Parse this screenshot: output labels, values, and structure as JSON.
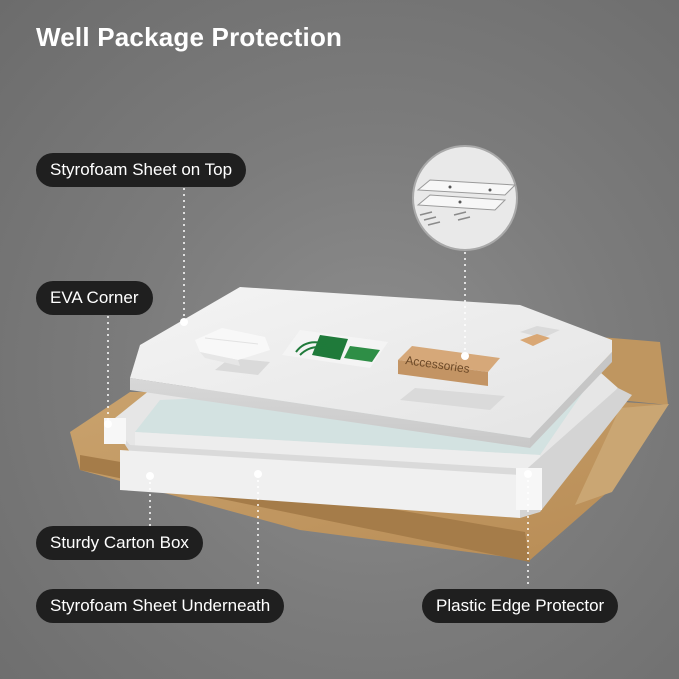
{
  "title": "Well Package Protection",
  "labels": {
    "styrofoam_top": "Styrofoam Sheet on Top",
    "eva_corner": "EVA Corner",
    "carton_box": "Sturdy Carton Box",
    "styrofoam_underneath": "Styrofoam Sheet Underneath",
    "edge_protector": "Plastic Edge Protector"
  },
  "accessories_label": "Accessories"
}
